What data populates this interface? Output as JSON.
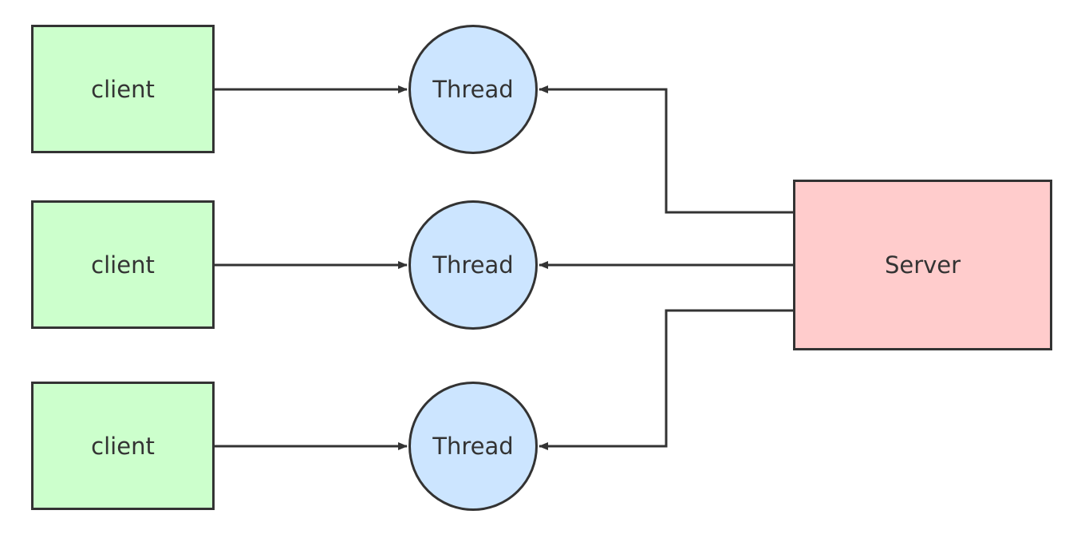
{
  "colors": {
    "client_fill": "#ccffcc",
    "thread_fill": "#cce5ff",
    "server_fill": "#ffcccc",
    "stroke": "#333333"
  },
  "clients": [
    {
      "label": "client"
    },
    {
      "label": "client"
    },
    {
      "label": "client"
    }
  ],
  "threads": [
    {
      "label": "Thread"
    },
    {
      "label": "Thread"
    },
    {
      "label": "Thread"
    }
  ],
  "server": {
    "label": "Server"
  }
}
